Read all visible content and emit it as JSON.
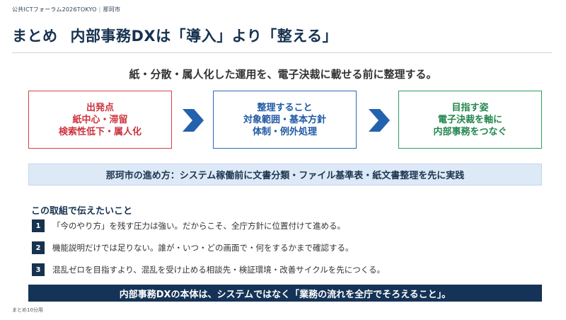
{
  "header": {
    "event": "公共ICTフォーラム2026TOKYO",
    "separator": "|",
    "municipality": "那珂市"
  },
  "title": {
    "prefix": "まとめ",
    "main": "内部事務DXは「導入」より「整える」"
  },
  "lead": "紙・分散・属人化した運用を、電子決裁に載せる前に整理する。",
  "flow": {
    "start": {
      "lines": [
        "出発点",
        "紙中心・滞留",
        "検索性低下・属人化"
      ],
      "color": "#cc333d"
    },
    "middle": {
      "lines": [
        "整理すること",
        "対象範囲・基本方針",
        "体制・例外処理"
      ],
      "color": "#1f5aa3"
    },
    "goal": {
      "lines": [
        "目指す姿",
        "電子決裁を軸に",
        "内部事務をつなぐ"
      ],
      "color": "#24874f"
    },
    "arrow_icon": "chevron-right-icon",
    "arrow_color": "#2462ad"
  },
  "approach": "那珂市の進め方：システム稼働前に文書分類・ファイル基準表・紙文書整理を先に実践",
  "message": {
    "heading": "この取組で伝えたいこと",
    "points": [
      {
        "number": "1",
        "text": "「今のやり方」を残す圧力は強い。だからこそ、全庁方針に位置付けて進める。"
      },
      {
        "number": "2",
        "text": "機能説明だけでは足りない。誰が・いつ・どの画面で・何をするかまで確認する。"
      },
      {
        "number": "3",
        "text": "混乱ゼロを目指すより、混乱を受け止める相談先・検証環境・改善サイクルを先につくる。"
      }
    ]
  },
  "conclusion": "内部事務DXの本体は、システムではなく「業務の流れを全庁でそろえること」。",
  "footer": "まとめ10分用",
  "colors": {
    "navy": "#16324f",
    "banner": "#153357",
    "strip": "#dde9f7"
  }
}
